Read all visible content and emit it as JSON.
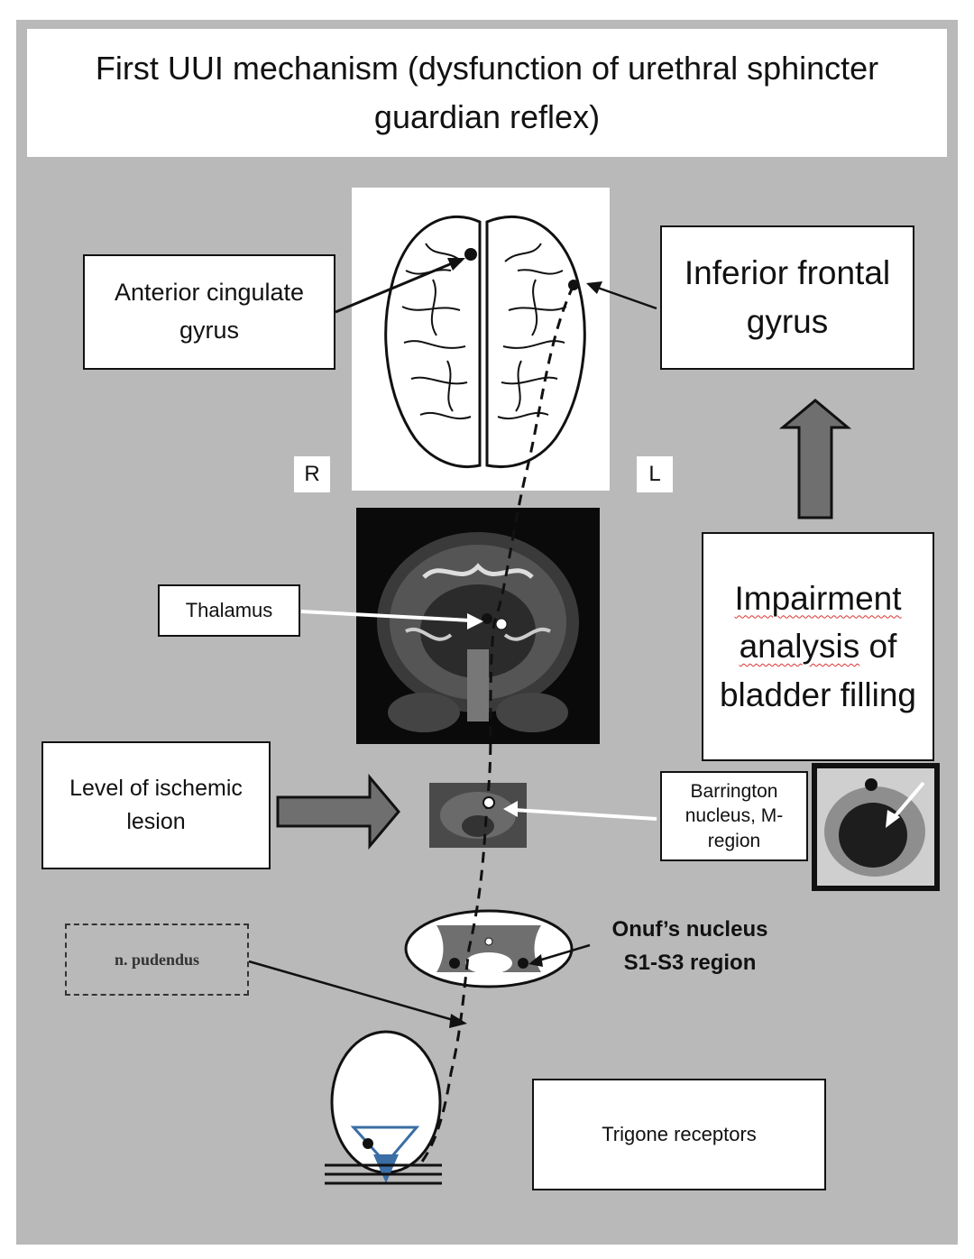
{
  "title": "First UUI mechanism (dysfunction of urethral sphincter guardian reflex)",
  "labels": {
    "anterior_cingulate": "Anterior cingulate gyrus",
    "inferior_frontal": "Inferior frontal gyrus",
    "thalamus": "Thalamus",
    "ischemic_lesion": "Level of ischemic lesion",
    "barrington": "Barrington nucleus, M-region",
    "impairment_prefix": "Impairment",
    "impairment_analysis": "analysis",
    "impairment_rest": "of bladder filling",
    "pudendus": "n. pudendus",
    "onuf": "Onuf’s nucleus S1-S3 region",
    "trigone": "Trigone receptors",
    "right": "R",
    "left": "L"
  },
  "colors": {
    "panel": "#b9b9b9",
    "box": "#ffffff",
    "arrow_fill": "#6f6f6f",
    "trigone_blue": "#3a6ea5"
  }
}
